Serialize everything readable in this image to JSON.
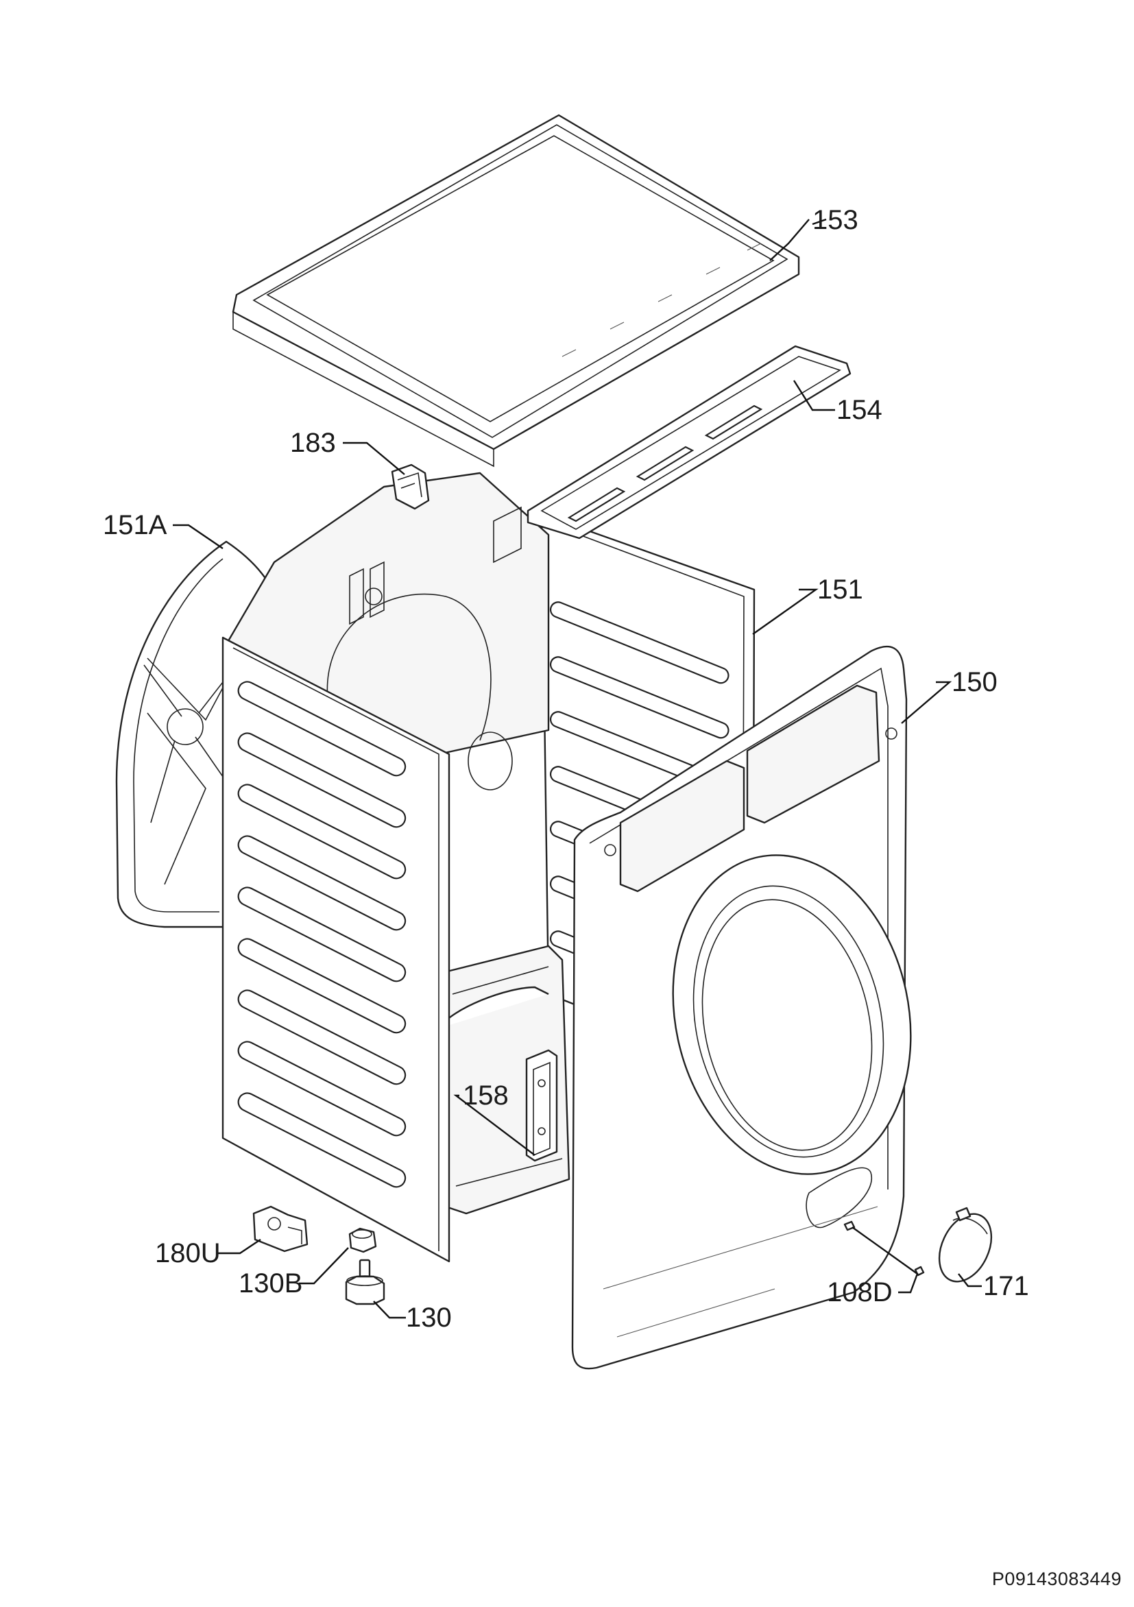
{
  "callouts": [
    {
      "id": "153",
      "label": "153"
    },
    {
      "id": "154",
      "label": "154"
    },
    {
      "id": "183",
      "label": "183"
    },
    {
      "id": "151A",
      "label": "151A"
    },
    {
      "id": "151",
      "label": "151"
    },
    {
      "id": "150",
      "label": "150"
    },
    {
      "id": "158",
      "label": "158"
    },
    {
      "id": "180U",
      "label": "180U"
    },
    {
      "id": "130B",
      "label": "130B"
    },
    {
      "id": "130",
      "label": "130"
    },
    {
      "id": "108D",
      "label": "108D"
    },
    {
      "id": "171",
      "label": "171"
    }
  ],
  "document_id": "P09143083449"
}
